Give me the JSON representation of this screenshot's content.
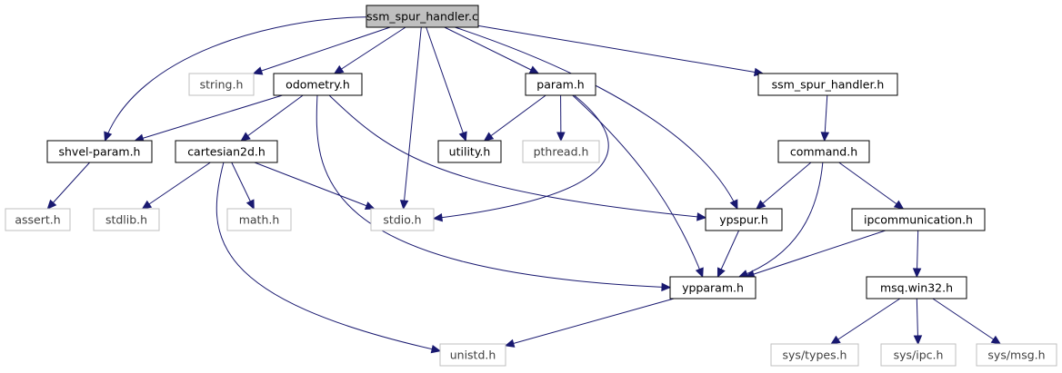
{
  "graph": {
    "edge_color": "#191970",
    "root_fill": "#bfbfbf",
    "external_border": "#bfbfbf",
    "nodes": {
      "root": {
        "label": "ssm_spur_handler.c",
        "kind": "root"
      },
      "string": {
        "label": "string.h",
        "kind": "external"
      },
      "odometry": {
        "label": "odometry.h",
        "kind": "local"
      },
      "param": {
        "label": "param.h",
        "kind": "local"
      },
      "handler_h": {
        "label": "ssm_spur_handler.h",
        "kind": "local"
      },
      "shvel": {
        "label": "shvel-param.h",
        "kind": "local"
      },
      "cartesian": {
        "label": "cartesian2d.h",
        "kind": "local"
      },
      "utility": {
        "label": "utility.h",
        "kind": "local"
      },
      "pthread": {
        "label": "pthread.h",
        "kind": "external"
      },
      "command": {
        "label": "command.h",
        "kind": "local"
      },
      "assert": {
        "label": "assert.h",
        "kind": "external"
      },
      "stdlib": {
        "label": "stdlib.h",
        "kind": "external"
      },
      "math": {
        "label": "math.h",
        "kind": "external"
      },
      "stdio": {
        "label": "stdio.h",
        "kind": "external"
      },
      "ypspur": {
        "label": "ypspur.h",
        "kind": "local"
      },
      "ipc": {
        "label": "ipcommunication.h",
        "kind": "local"
      },
      "ypparam": {
        "label": "ypparam.h",
        "kind": "local"
      },
      "msq": {
        "label": "msq.win32.h",
        "kind": "local"
      },
      "unistd": {
        "label": "unistd.h",
        "kind": "external"
      },
      "systypes": {
        "label": "sys/types.h",
        "kind": "external"
      },
      "sysipc": {
        "label": "sys/ipc.h",
        "kind": "external"
      },
      "sysmsg": {
        "label": "sys/msg.h",
        "kind": "external"
      }
    },
    "edges": [
      [
        "root",
        "shvel"
      ],
      [
        "root",
        "string"
      ],
      [
        "root",
        "odometry"
      ],
      [
        "root",
        "stdio"
      ],
      [
        "root",
        "utility"
      ],
      [
        "root",
        "param"
      ],
      [
        "root",
        "ypspur"
      ],
      [
        "root",
        "handler_h"
      ],
      [
        "odometry",
        "shvel"
      ],
      [
        "odometry",
        "cartesian"
      ],
      [
        "odometry",
        "ypparam"
      ],
      [
        "odometry",
        "ypspur"
      ],
      [
        "param",
        "utility"
      ],
      [
        "param",
        "pthread"
      ],
      [
        "param",
        "stdio"
      ],
      [
        "param",
        "ypparam"
      ],
      [
        "handler_h",
        "command"
      ],
      [
        "shvel",
        "assert"
      ],
      [
        "cartesian",
        "stdlib"
      ],
      [
        "cartesian",
        "math"
      ],
      [
        "cartesian",
        "stdio"
      ],
      [
        "cartesian",
        "unistd"
      ],
      [
        "command",
        "ypspur"
      ],
      [
        "command",
        "ipc"
      ],
      [
        "command",
        "ypparam"
      ],
      [
        "ypspur",
        "ypparam"
      ],
      [
        "ipc",
        "ypparam"
      ],
      [
        "ipc",
        "msq"
      ],
      [
        "ypparam",
        "unistd"
      ],
      [
        "msq",
        "systypes"
      ],
      [
        "msq",
        "sysipc"
      ],
      [
        "msq",
        "sysmsg"
      ]
    ]
  }
}
